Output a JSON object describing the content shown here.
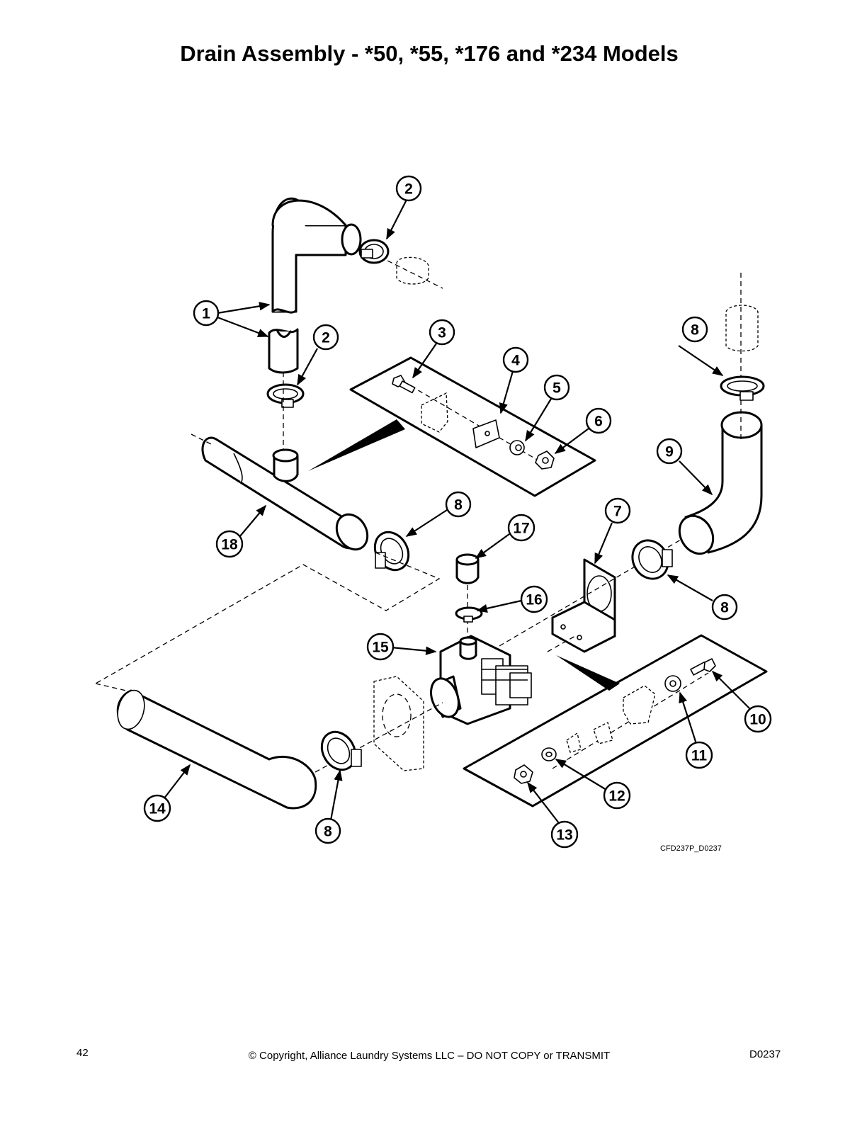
{
  "title": "Drain Assembly - *50, *55, *176 and *234 Models",
  "drawing_code": "CFD237P_D0237",
  "callouts": [
    "1",
    "2",
    "2",
    "3",
    "4",
    "5",
    "6",
    "7",
    "8",
    "8",
    "8",
    "8",
    "9",
    "10",
    "11",
    "12",
    "13",
    "14",
    "15",
    "16",
    "17",
    "18"
  ],
  "footer": {
    "page_number": "42",
    "copyright": "© Copyright, Alliance Laundry Systems LLC – DO NOT COPY or TRANSMIT",
    "doc_code": "D0237"
  }
}
